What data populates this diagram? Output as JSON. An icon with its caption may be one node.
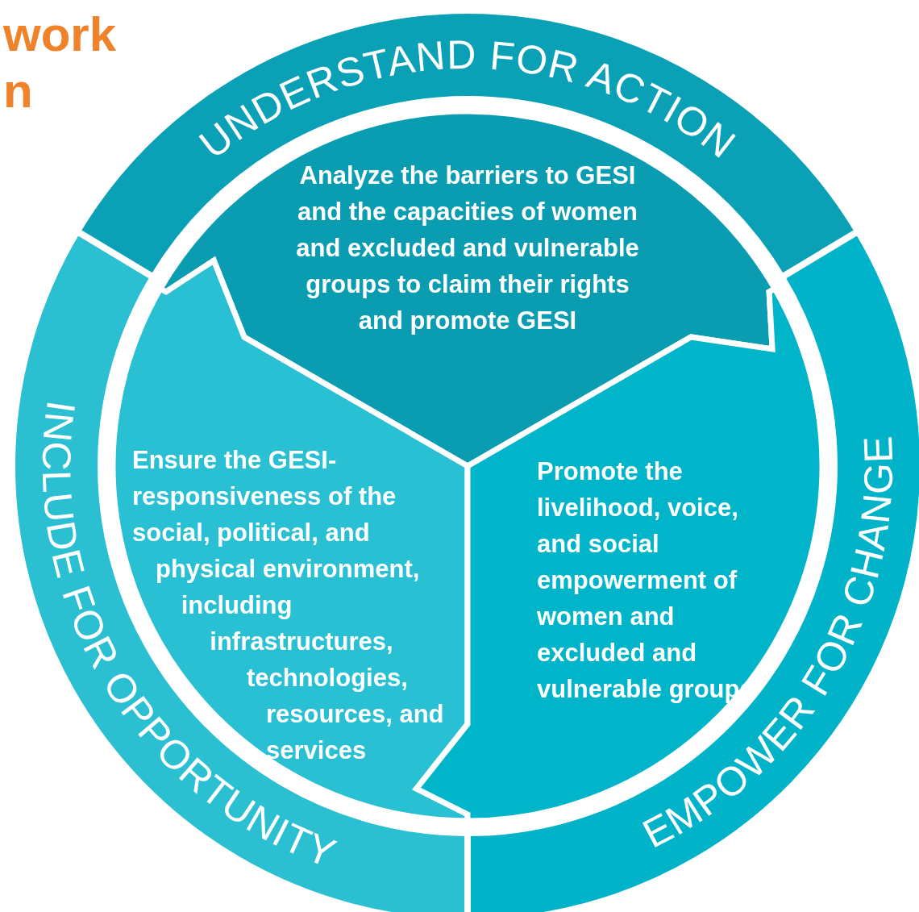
{
  "diagram": {
    "nodes": [
      {
        "text": [
          "UNDERSTAND FOR ACTION"
        ]
      },
      {
        "text": [
          "INCLUDE FOR OPPORTUNITY"
        ]
      },
      {
        "text": [
          "EMPOWER FOR CHANGE"
        ]
      },
      {
        "text": [
          "Analyze the barriers to GESI and the capacities of women and excluded and vulnerable groups to claim their rights and promote GESI"
        ]
      },
      {
        "text": [
          "Ensure the GESI-responsiveness of the social, political, and physical environment, including infrastructures, technologies, resources, and services"
        ]
      },
      {
        "text": [
          "Promote the livelihood, voice, and social empowerment of women and excluded and vulnerable groups"
        ]
      }
    ],
    "labels": [
      "work",
      "n"
    ]
  }
}
